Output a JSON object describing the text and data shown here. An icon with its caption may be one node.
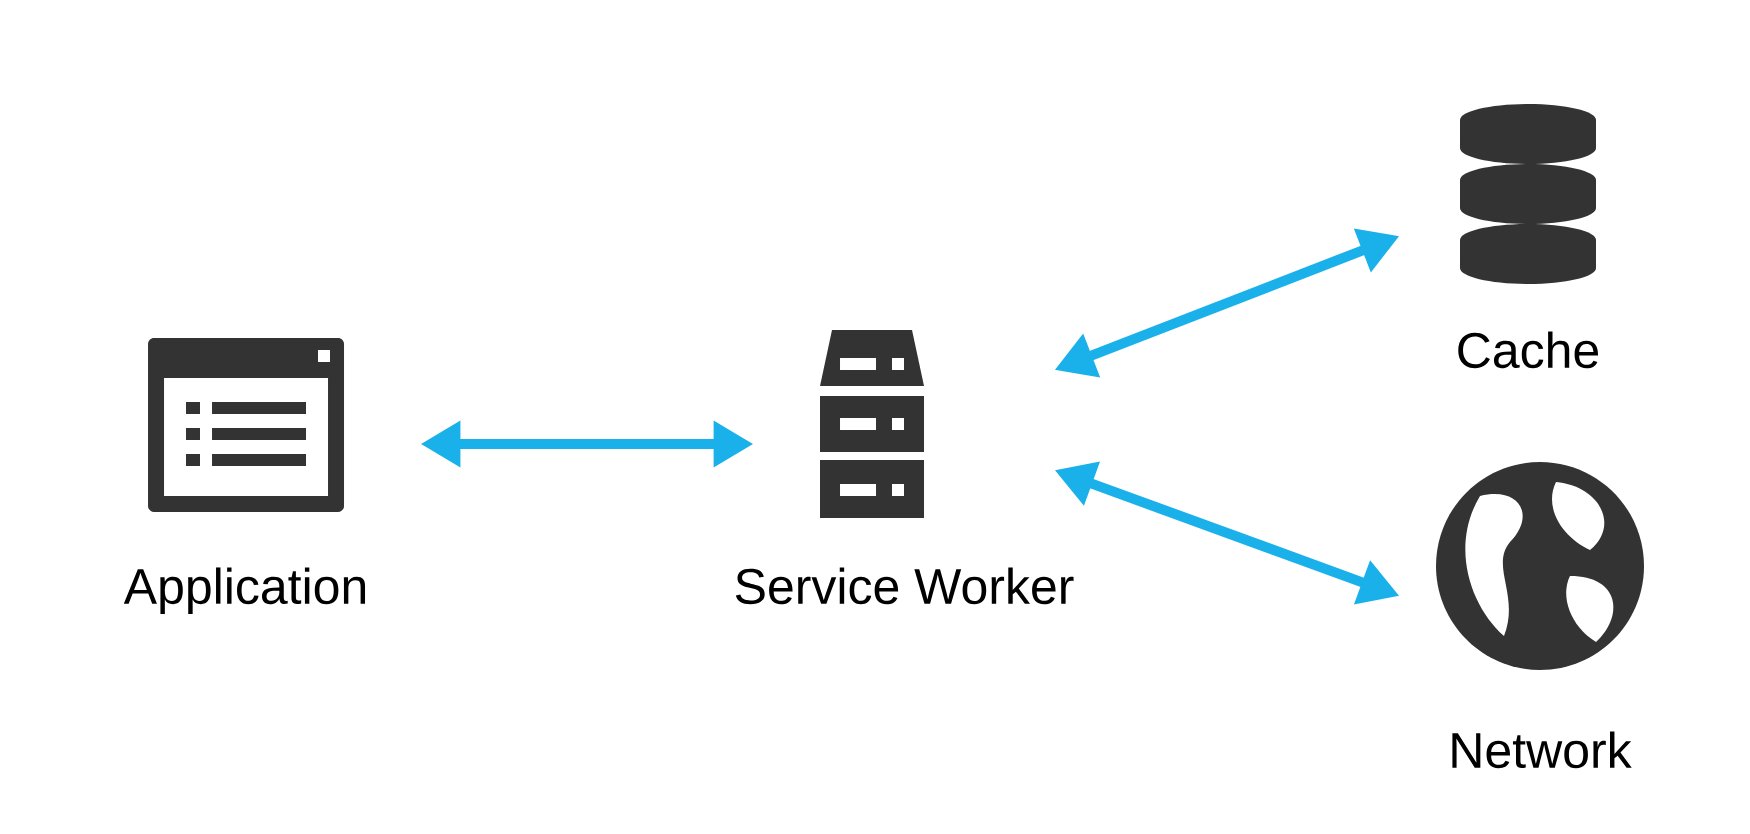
{
  "diagram": {
    "nodes": [
      {
        "text": [
          "Application"
        ]
      },
      {
        "text": [
          "Service Worker"
        ]
      },
      {
        "text": [
          "Cache"
        ]
      },
      {
        "text": [
          "Network"
        ]
      }
    ],
    "edges": [
      {
        "from": 0,
        "to": 1,
        "arrow": "both"
      },
      {
        "from": 1,
        "to": 2,
        "arrow": "both"
      },
      {
        "from": 1,
        "to": 3,
        "arrow": "both"
      }
    ]
  }
}
